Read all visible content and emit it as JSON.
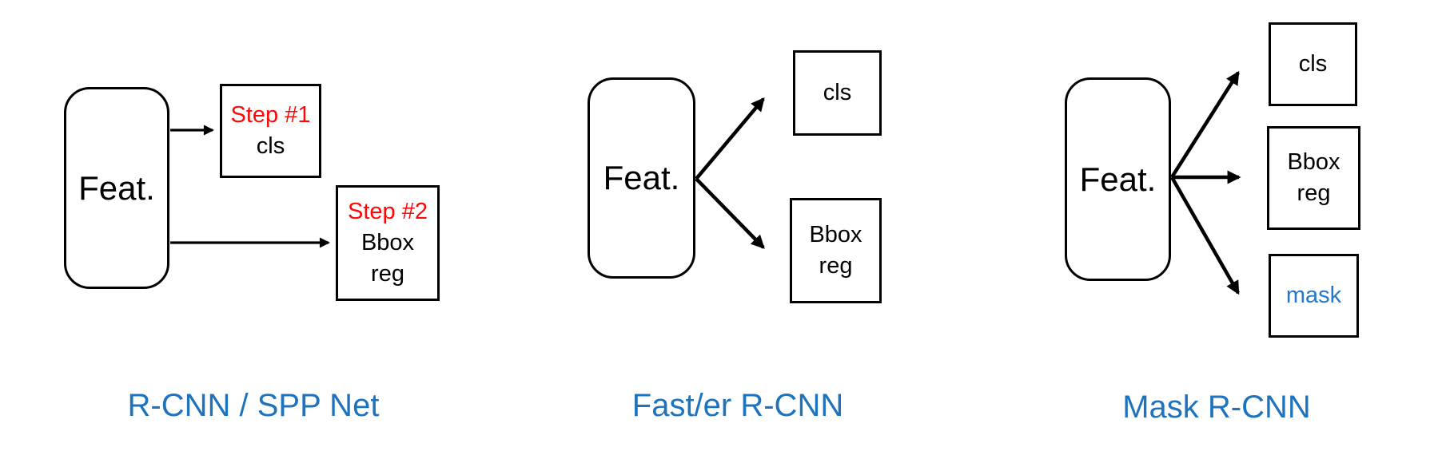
{
  "colors": {
    "caption_blue": "#1F73BD",
    "step_red": "#FF0707",
    "mask_blue": "#2478C8",
    "line_black": "#000000",
    "background": "#FFFFFF"
  },
  "diagrams": [
    {
      "caption": "R-CNN / SPP Net",
      "feat_label": "Feat.",
      "boxes": [
        {
          "step": "Step #1",
          "lines": [
            "cls"
          ]
        },
        {
          "step": "Step #2",
          "lines": [
            "Bbox",
            "reg"
          ]
        }
      ]
    },
    {
      "caption": "Fast/er R-CNN",
      "feat_label": "Feat.",
      "boxes": [
        {
          "lines": [
            "cls"
          ]
        },
        {
          "lines": [
            "Bbox",
            "reg"
          ]
        }
      ]
    },
    {
      "caption": "Mask R-CNN",
      "feat_label": "Feat.",
      "boxes": [
        {
          "lines": [
            "cls"
          ]
        },
        {
          "lines": [
            "Bbox",
            "reg"
          ]
        },
        {
          "lines": [
            "mask"
          ]
        }
      ]
    }
  ]
}
